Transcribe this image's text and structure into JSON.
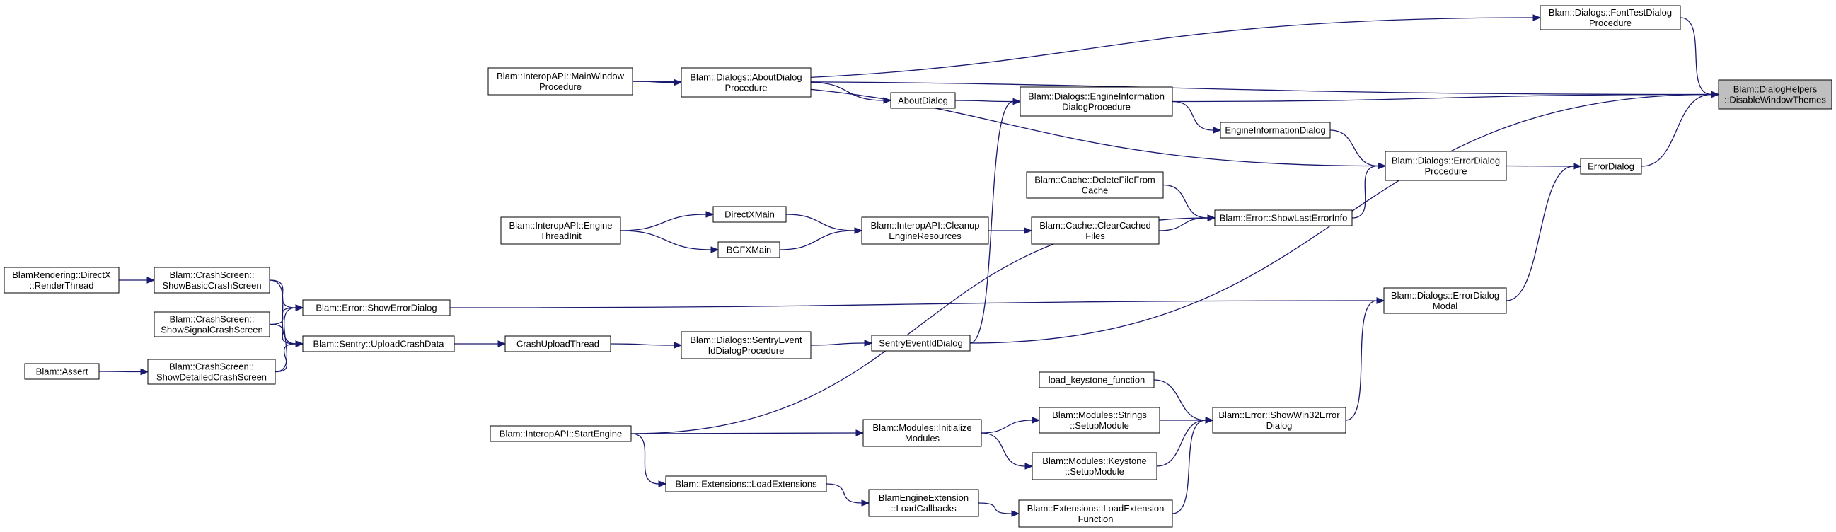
{
  "colors": {
    "edge": "#191970",
    "node_border": "#000000",
    "root_fill": "#bfbfbf",
    "node_fill": "#ffffff"
  },
  "nodes": [
    {
      "id": "n0",
      "lines": [
        "Blam::DialogHelpers",
        "::DisableWindowThemes"
      ]
    },
    {
      "id": "n1",
      "lines": [
        "Blam::Dialogs::FontTestDialog",
        "Procedure"
      ]
    },
    {
      "id": "n2",
      "lines": [
        "Blam::InteropAPI::MainWindow",
        "Procedure"
      ]
    },
    {
      "id": "n3",
      "lines": [
        "Blam::Dialogs::AboutDialog",
        "Procedure"
      ]
    },
    {
      "id": "n4",
      "lines": [
        "AboutDialog"
      ]
    },
    {
      "id": "n5",
      "lines": [
        "Blam::Dialogs::EngineInformation",
        "DialogProcedure"
      ]
    },
    {
      "id": "n6",
      "lines": [
        "EngineInformationDialog"
      ]
    },
    {
      "id": "n7",
      "lines": [
        "Blam::Dialogs::ErrorDialog",
        "Procedure"
      ]
    },
    {
      "id": "n8",
      "lines": [
        "ErrorDialog"
      ]
    },
    {
      "id": "n9",
      "lines": [
        "Blam::Cache::DeleteFileFrom",
        "Cache"
      ]
    },
    {
      "id": "n10",
      "lines": [
        "Blam::Error::ShowLastErrorInfo"
      ]
    },
    {
      "id": "n11",
      "lines": [
        "Blam::Cache::ClearCached",
        "Files"
      ]
    },
    {
      "id": "n12",
      "lines": [
        "Blam::InteropAPI::Cleanup",
        "EngineResources"
      ]
    },
    {
      "id": "n13",
      "lines": [
        "DirectXMain"
      ]
    },
    {
      "id": "n14",
      "lines": [
        "BGFXMain"
      ]
    },
    {
      "id": "n15",
      "lines": [
        "Blam::InteropAPI::Engine",
        "ThreadInit"
      ]
    },
    {
      "id": "n16",
      "lines": [
        "BlamRendering::DirectX",
        "::RenderThread"
      ]
    },
    {
      "id": "n17",
      "lines": [
        "Blam::CrashScreen::",
        "ShowBasicCrashScreen"
      ]
    },
    {
      "id": "n18",
      "lines": [
        "Blam::CrashScreen::",
        "ShowSignalCrashScreen"
      ]
    },
    {
      "id": "n19",
      "lines": [
        "Blam::Assert"
      ]
    },
    {
      "id": "n20",
      "lines": [
        "Blam::CrashScreen::",
        "ShowDetailedCrashScreen"
      ]
    },
    {
      "id": "n21",
      "lines": [
        "Blam::Error::ShowErrorDialog"
      ]
    },
    {
      "id": "n22",
      "lines": [
        "Blam::Sentry::UploadCrashData"
      ]
    },
    {
      "id": "n23",
      "lines": [
        "CrashUploadThread"
      ]
    },
    {
      "id": "n24",
      "lines": [
        "Blam::Dialogs::SentryEvent",
        "IdDialogProcedure"
      ]
    },
    {
      "id": "n25",
      "lines": [
        "SentryEventIdDialog"
      ]
    },
    {
      "id": "n26",
      "lines": [
        "Blam::Dialogs::ErrorDialog",
        "Modal"
      ]
    },
    {
      "id": "n27",
      "lines": [
        "load_keystone_function"
      ]
    },
    {
      "id": "n28",
      "lines": [
        "Blam::Modules::Strings",
        "::SetupModule"
      ]
    },
    {
      "id": "n29",
      "lines": [
        "Blam::Error::ShowWin32Error",
        "Dialog"
      ]
    },
    {
      "id": "n30",
      "lines": [
        "Blam::InteropAPI::StartEngine"
      ]
    },
    {
      "id": "n31",
      "lines": [
        "Blam::Modules::Initialize",
        "Modules"
      ]
    },
    {
      "id": "n32",
      "lines": [
        "Blam::Modules::Keystone",
        "::SetupModule"
      ]
    },
    {
      "id": "n33",
      "lines": [
        "Blam::Extensions::LoadExtensions"
      ]
    },
    {
      "id": "n34",
      "lines": [
        "BlamEngineExtension",
        "::LoadCallbacks"
      ]
    },
    {
      "id": "n35",
      "lines": [
        "Blam::Extensions::LoadExtension",
        "Function"
      ]
    }
  ],
  "edges": [
    {
      "from": "n1",
      "to": "n0"
    },
    {
      "from": "n2",
      "to": "n0"
    },
    {
      "from": "n2",
      "to": "n1"
    },
    {
      "from": "n2",
      "to": "n3"
    },
    {
      "from": "n2",
      "to": "n7"
    },
    {
      "from": "n3",
      "to": "n4"
    },
    {
      "from": "n4",
      "to": "n5"
    },
    {
      "from": "n5",
      "to": "n0"
    },
    {
      "from": "n5",
      "to": "n6"
    },
    {
      "from": "n6",
      "to": "n7"
    },
    {
      "from": "n7",
      "to": "n8"
    },
    {
      "from": "n8",
      "to": "n0"
    },
    {
      "from": "n9",
      "to": "n10"
    },
    {
      "from": "n10",
      "to": "n7"
    },
    {
      "from": "n11",
      "to": "n10"
    },
    {
      "from": "n12",
      "to": "n11"
    },
    {
      "from": "n13",
      "to": "n12"
    },
    {
      "from": "n14",
      "to": "n12"
    },
    {
      "from": "n15",
      "to": "n13"
    },
    {
      "from": "n15",
      "to": "n14"
    },
    {
      "from": "n16",
      "to": "n17"
    },
    {
      "from": "n17",
      "to": "n21"
    },
    {
      "from": "n17",
      "to": "n22"
    },
    {
      "from": "n18",
      "to": "n21"
    },
    {
      "from": "n18",
      "to": "n22"
    },
    {
      "from": "n19",
      "to": "n20"
    },
    {
      "from": "n20",
      "to": "n21"
    },
    {
      "from": "n20",
      "to": "n22"
    },
    {
      "from": "n21",
      "to": "n26"
    },
    {
      "from": "n22",
      "to": "n23"
    },
    {
      "from": "n23",
      "to": "n24"
    },
    {
      "from": "n24",
      "to": "n25"
    },
    {
      "from": "n25",
      "to": "n0"
    },
    {
      "from": "n25",
      "to": "n5"
    },
    {
      "from": "n26",
      "to": "n8"
    },
    {
      "from": "n27",
      "to": "n29"
    },
    {
      "from": "n28",
      "to": "n29"
    },
    {
      "from": "n29",
      "to": "n26"
    },
    {
      "from": "n30",
      "to": "n10"
    },
    {
      "from": "n30",
      "to": "n31"
    },
    {
      "from": "n30",
      "to": "n33"
    },
    {
      "from": "n31",
      "to": "n28"
    },
    {
      "from": "n31",
      "to": "n32"
    },
    {
      "from": "n32",
      "to": "n29"
    },
    {
      "from": "n33",
      "to": "n34"
    },
    {
      "from": "n34",
      "to": "n35"
    },
    {
      "from": "n35",
      "to": "n29"
    }
  ]
}
